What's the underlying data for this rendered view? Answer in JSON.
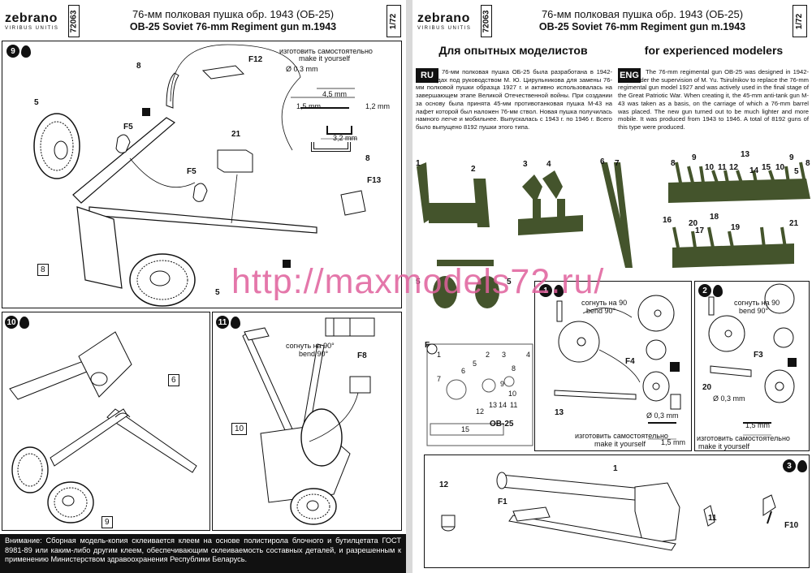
{
  "left_page": {
    "brand": "zebrano",
    "brand_sub": "VIRIBUS UNITIS",
    "code": "72063",
    "title_ru": "76-мм полковая пушка обр. 1943 (ОБ-25)",
    "title_en": "OB-25 Soviet 76-mm Regiment gun m.1943",
    "scale": "1/72",
    "step9": {
      "num": "9",
      "make_ru": "изготовить самостоятельно",
      "make_en": "make it yourself",
      "dims": [
        "Ø 0,3 mm",
        "4,5 mm",
        "1,5 mm",
        "1,2 mm",
        "3,2 mm"
      ],
      "labels": [
        "8",
        "F12",
        "5",
        "F5",
        "21",
        "F5",
        "8",
        "F13",
        "8",
        "5"
      ]
    },
    "step10": {
      "num": "10",
      "labels": [
        "6",
        "9"
      ]
    },
    "step11": {
      "num": "11",
      "bend_ru": "согнуть на 90°",
      "bend_en": "bend 90°",
      "labels": [
        "F8",
        "10"
      ]
    },
    "warning": "Внимание: Сборная модель-копия склеивается клеем на основе полистирола блочного и бутилцетата ГОСТ 8981-89 или каким-либо другим клеем, обеспечивающим склеиваемость составных деталей, и разрешенным к применению Министерством здравоохранения Республики Беларусь."
  },
  "right_page": {
    "brand": "zebrano",
    "brand_sub": "VIRIBUS UNITIS",
    "code": "72063",
    "title_ru": "76-мм полковая пушка обр. 1943 (ОБ-25)",
    "title_en": "OB-25 Soviet 76-mm Regiment gun m.1943",
    "scale": "1/72",
    "section_ru": "Для опытных моделистов",
    "section_en": "for experienced modelers",
    "tag_ru": "RU",
    "tag_en": "ENG",
    "text_ru": "76-мм полковая пушка ОБ-25 была разработана в 1942-1943 годах под руководством М. Ю. Цирульникова для замены 76-мм полковой пушки образца 1927 г. и активно использовалась на завершающем этапе Великой Отечественной войны. При создании за основу была принята 45-мм противотанковая пушка М-43 на лафет которой был наложен 76-мм ствол. Новая пушка получилась намного легче и мобильнее. Выпускалась с 1943 г. по 1946 г. Всего было выпущено 8192 пушки этого типа.",
    "text_en": "The 76-mm regimental gun OB-25 was designed in 1942-1943 under the supervision of M. Yu. Tsirulnikov to replace the 76-mm regimental gun model 1927 and was actively used in the final stage of the Great Patriotic War. When creating it, the 45-mm anti-tank gun M-43 was taken as a basis, on the carriage of which a 76-mm barrel was placed. The new gun turned out to be much lighter and more mobile. It was produced from 1943 to 1946. A total of 8192 guns of this type were produced.",
    "parts_labels": [
      "1",
      "2",
      "3",
      "4",
      "6",
      "7",
      "8",
      "9",
      "10",
      "11",
      "12",
      "13",
      "14",
      "15",
      "10",
      "5",
      "9",
      "8",
      "16",
      "17",
      "18",
      "19",
      "20",
      "21",
      "5",
      "5"
    ],
    "fret_label": "F",
    "fret_numbers": [
      "1",
      "2",
      "3",
      "4",
      "5",
      "6",
      "7",
      "8",
      "9",
      "10",
      "11",
      "12",
      "13",
      "14",
      "15"
    ],
    "fret_brand": "OB-25",
    "step1": {
      "num": "1",
      "bend_ru": "согнуть на 90",
      "bend_en": "bend 90°",
      "labels": [
        "F4",
        "13"
      ],
      "dims": [
        "Ø 0,3 mm",
        "1,5 mm"
      ],
      "make_ru": "изготовить самостоятельно",
      "make_en": "make it yourself"
    },
    "step2": {
      "num": "2",
      "bend_ru": "согнуть на 90",
      "bend_en": "bend 90°",
      "labels": [
        "F3",
        "20"
      ],
      "dims": [
        "Ø 0,3 mm",
        "1,5 mm"
      ],
      "make_ru": "изготовить самостоятельно",
      "make_en": "make it yourself"
    },
    "step3": {
      "num": "3",
      "labels": [
        "1",
        "12",
        "F1",
        "11",
        "F10"
      ]
    }
  },
  "watermark": "http://maxmodels72.ru/"
}
